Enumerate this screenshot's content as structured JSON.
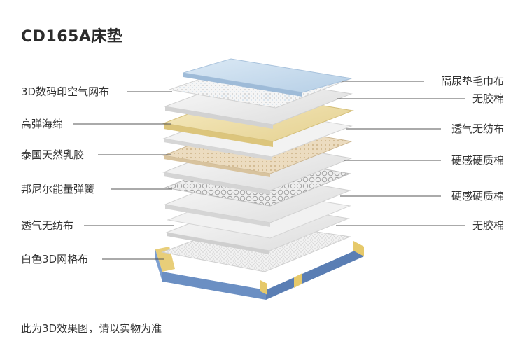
{
  "title": "CD165A床垫",
  "left_labels": [
    "3D数码印空气网布",
    "高弹海绵",
    "泰国天然乳胶",
    "邦尼尔能量弹簧",
    "透气无纺布",
    "白色3D网格布"
  ],
  "right_labels": [
    "隔尿垫毛巾布",
    "无胶棉",
    "透气无纺布",
    "硬感硬质棉",
    "硬感硬质棉",
    "无胶棉"
  ],
  "footnote": "此为3D效果图，请以实物为准",
  "colors": {
    "towel_layer": "#c9ddef",
    "sponge_layer": "#f0e2b0",
    "latex_layer": "#e8d9be",
    "base_blue": "#6b8fc3",
    "base_edge": "#e6c96a",
    "sheet": "#ececec",
    "line": "#555555"
  }
}
